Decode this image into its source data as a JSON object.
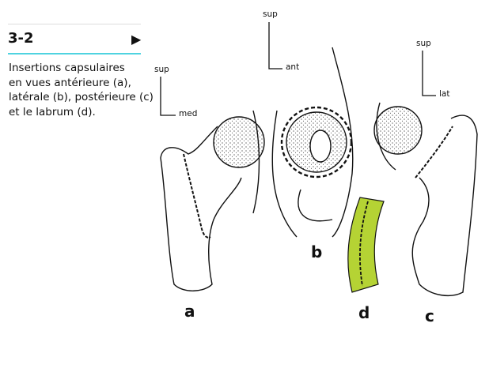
{
  "header": {
    "figure_number": "3-2",
    "next_icon": "play-triangle-icon"
  },
  "caption": [
    "Insertions capsulaires",
    "en vues antérieure (a),",
    "latérale (b), postérieure (c)",
    "et le labrum (d)."
  ],
  "orientation": {
    "a": {
      "vertical": "sup",
      "horizontal": "med"
    },
    "b": {
      "vertical": "sup",
      "horizontal": "ant"
    },
    "c": {
      "vertical": "sup",
      "horizontal": "lat"
    }
  },
  "view_labels": {
    "a": "a",
    "b": "b",
    "c": "c",
    "d": "d"
  },
  "colors": {
    "accent_rule": "#4fd3e0",
    "labrum": "#b5d334"
  }
}
